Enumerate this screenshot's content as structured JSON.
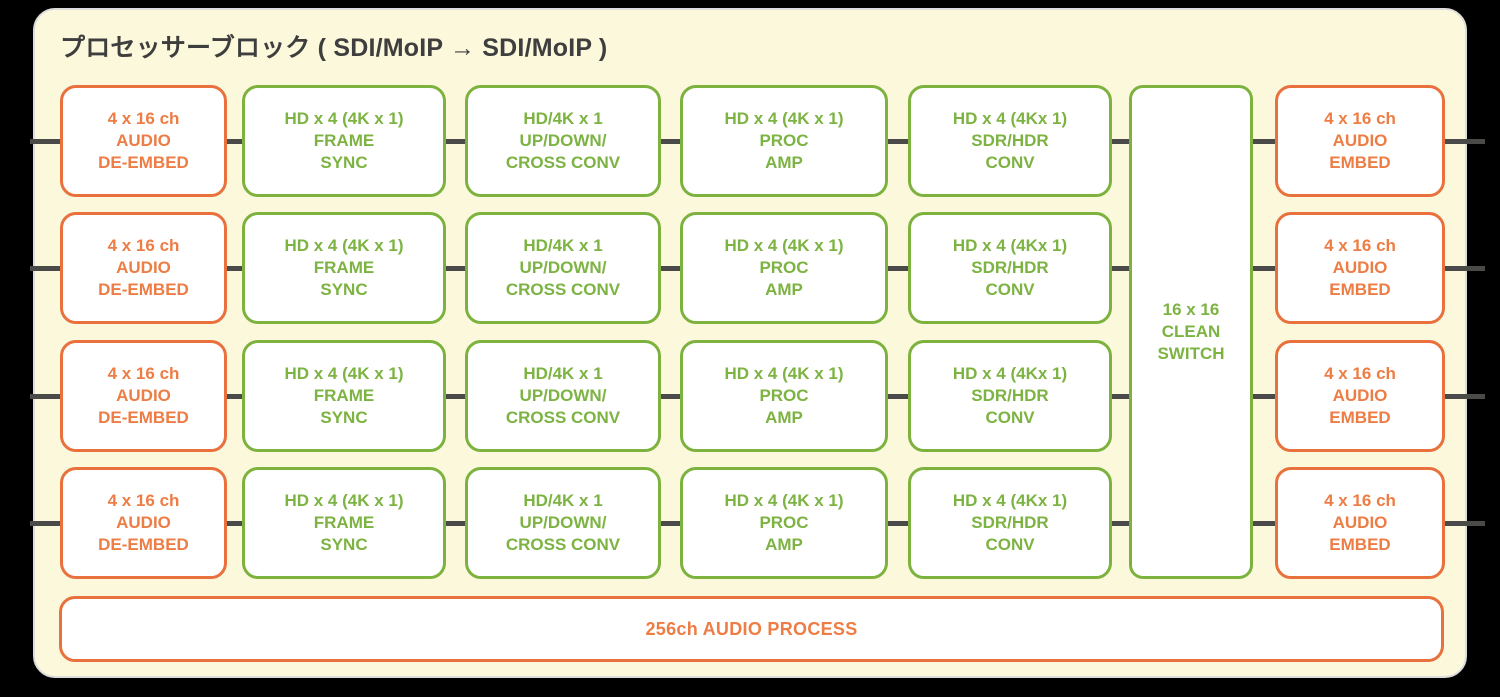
{
  "panel": {
    "title": "プロセッサーブロック ( SDI/MoIP → SDI/MoIP )",
    "background_color": "#FBF8DB",
    "border_color": "#DCDCDC",
    "outer_background": "#000000"
  },
  "colors": {
    "orange_border": "#E8713D",
    "orange_text": "#ED7D45",
    "green_border": "#7DB23F",
    "green_text": "#7CB342",
    "connector": "#4A4A48",
    "block_fill": "#FFFFFF",
    "title_text": "#3E3E3E"
  },
  "columns": [
    {
      "id": "audio-de-embed",
      "accent": "orange"
    },
    {
      "id": "frame-sync",
      "accent": "green"
    },
    {
      "id": "up-down-cross-conv",
      "accent": "green"
    },
    {
      "id": "proc-amp",
      "accent": "green"
    },
    {
      "id": "sdr-hdr-conv",
      "accent": "green"
    },
    {
      "id": "clean-switch",
      "accent": "green"
    },
    {
      "id": "audio-embed",
      "accent": "orange"
    }
  ],
  "rows": [
    {
      "index": 1,
      "blocks": [
        {
          "name": "audio-de-embed",
          "accent": "orange",
          "lines": [
            "4 x 16 ch",
            "AUDIO",
            "DE-EMBED"
          ]
        },
        {
          "name": "frame-sync",
          "accent": "green",
          "lines": [
            "HD x 4 (4K x 1)",
            "FRAME",
            "SYNC"
          ]
        },
        {
          "name": "up-down-cross-conv",
          "accent": "green",
          "lines": [
            "HD/4K x 1",
            "UP/DOWN/",
            "CROSS CONV"
          ]
        },
        {
          "name": "proc-amp",
          "accent": "green",
          "lines": [
            "HD x 4 (4K x 1)",
            "PROC",
            "AMP"
          ]
        },
        {
          "name": "sdr-hdr-conv",
          "accent": "green",
          "lines": [
            "HD x 4 (4Kx 1)",
            "SDR/HDR",
            "CONV"
          ]
        },
        {
          "name": "audio-embed",
          "accent": "orange",
          "lines": [
            "4 x 16 ch",
            "AUDIO",
            "EMBED"
          ]
        }
      ]
    },
    {
      "index": 2,
      "blocks": [
        {
          "name": "audio-de-embed",
          "accent": "orange",
          "lines": [
            "4 x 16 ch",
            "AUDIO",
            "DE-EMBED"
          ]
        },
        {
          "name": "frame-sync",
          "accent": "green",
          "lines": [
            "HD x 4 (4K x 1)",
            "FRAME",
            "SYNC"
          ]
        },
        {
          "name": "up-down-cross-conv",
          "accent": "green",
          "lines": [
            "HD/4K x 1",
            "UP/DOWN/",
            "CROSS CONV"
          ]
        },
        {
          "name": "proc-amp",
          "accent": "green",
          "lines": [
            "HD x 4 (4K x 1)",
            "PROC",
            "AMP"
          ]
        },
        {
          "name": "sdr-hdr-conv",
          "accent": "green",
          "lines": [
            "HD x 4 (4Kx 1)",
            "SDR/HDR",
            "CONV"
          ]
        },
        {
          "name": "audio-embed",
          "accent": "orange",
          "lines": [
            "4 x 16 ch",
            "AUDIO",
            "EMBED"
          ]
        }
      ]
    },
    {
      "index": 3,
      "blocks": [
        {
          "name": "audio-de-embed",
          "accent": "orange",
          "lines": [
            "4 x 16 ch",
            "AUDIO",
            "DE-EMBED"
          ]
        },
        {
          "name": "frame-sync",
          "accent": "green",
          "lines": [
            "HD x 4 (4K x 1)",
            "FRAME",
            "SYNC"
          ]
        },
        {
          "name": "up-down-cross-conv",
          "accent": "green",
          "lines": [
            "HD/4K x 1",
            "UP/DOWN/",
            "CROSS CONV"
          ]
        },
        {
          "name": "proc-amp",
          "accent": "green",
          "lines": [
            "HD x 4 (4K x 1)",
            "PROC",
            "AMP"
          ]
        },
        {
          "name": "sdr-hdr-conv",
          "accent": "green",
          "lines": [
            "HD x 4 (4Kx 1)",
            "SDR/HDR",
            "CONV"
          ]
        },
        {
          "name": "audio-embed",
          "accent": "orange",
          "lines": [
            "4 x 16 ch",
            "AUDIO",
            "EMBED"
          ]
        }
      ]
    },
    {
      "index": 4,
      "blocks": [
        {
          "name": "audio-de-embed",
          "accent": "orange",
          "lines": [
            "4 x 16 ch",
            "AUDIO",
            "DE-EMBED"
          ]
        },
        {
          "name": "frame-sync",
          "accent": "green",
          "lines": [
            "HD x 4 (4K x 1)",
            "FRAME",
            "SYNC"
          ]
        },
        {
          "name": "up-down-cross-conv",
          "accent": "green",
          "lines": [
            "HD/4K x 1",
            "UP/DOWN/",
            "CROSS CONV"
          ]
        },
        {
          "name": "proc-amp",
          "accent": "green",
          "lines": [
            "HD x 4 (4K x 1)",
            "PROC",
            "AMP"
          ]
        },
        {
          "name": "sdr-hdr-conv",
          "accent": "green",
          "lines": [
            "HD x 4 (4Kx 1)",
            "SDR/HDR",
            "CONV"
          ]
        },
        {
          "name": "audio-embed",
          "accent": "orange",
          "lines": [
            "4 x 16 ch",
            "AUDIO",
            "EMBED"
          ]
        }
      ]
    }
  ],
  "clean_switch": {
    "name": "clean-switch",
    "accent": "green",
    "lines": [
      "16 x 16",
      "CLEAN",
      "SWITCH"
    ]
  },
  "audio_process_bar": {
    "name": "audio-process",
    "accent": "orange",
    "label": "256ch AUDIO PROCESS"
  }
}
